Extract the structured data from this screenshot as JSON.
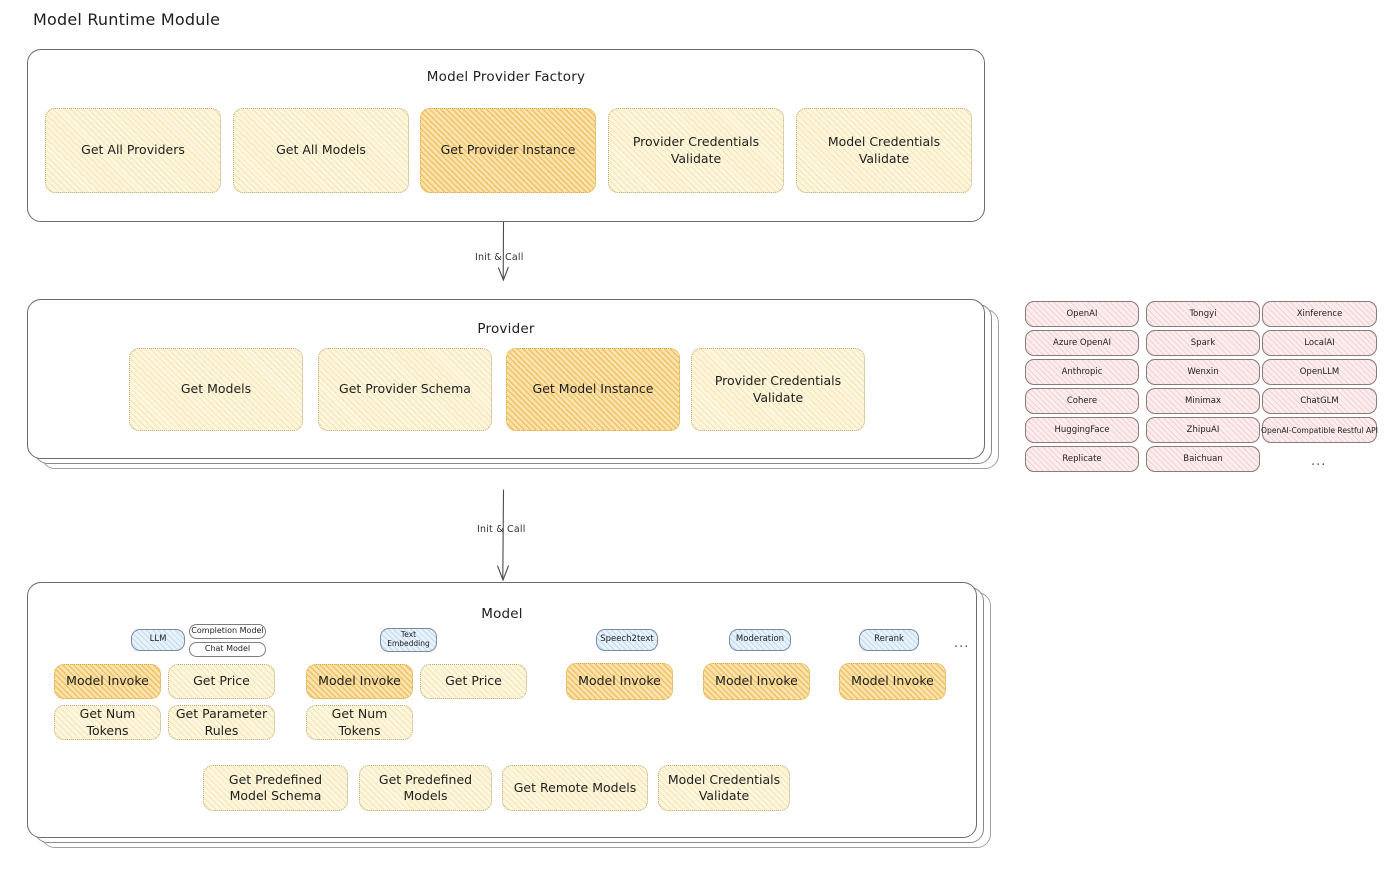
{
  "page": {
    "title": "Model Runtime Module"
  },
  "factory": {
    "title": "Model Provider Factory",
    "items": [
      {
        "label": "Get All Providers",
        "highlighted": false
      },
      {
        "label": "Get All Models",
        "highlighted": false
      },
      {
        "label": "Get Provider Instance",
        "highlighted": true
      },
      {
        "label": "Provider Credentials Validate",
        "highlighted": false
      },
      {
        "label": "Model Credentials Validate",
        "highlighted": false
      }
    ]
  },
  "arrows": [
    {
      "label": "Init & Call"
    },
    {
      "label": "Init & Call"
    }
  ],
  "provider": {
    "title": "Provider",
    "items": [
      {
        "label": "Get Models",
        "highlighted": false
      },
      {
        "label": "Get Provider Schema",
        "highlighted": false
      },
      {
        "label": "Get Model Instance",
        "highlighted": true
      },
      {
        "label": "Provider Credentials Validate",
        "highlighted": false
      }
    ]
  },
  "provider_list": {
    "ellipsis": "...",
    "columns": [
      [
        "OpenAI",
        "Azure OpenAI",
        "Anthropic",
        "Cohere",
        "HuggingFace",
        "Replicate"
      ],
      [
        "Tongyi",
        "Spark",
        "Wenxin",
        "Minimax",
        "ZhipuAI",
        "Baichuan"
      ],
      [
        "Xinference",
        "LocalAI",
        "OpenLLM",
        "ChatGLM",
        "OpenAI-Compatible Restful API"
      ]
    ]
  },
  "model": {
    "title": "Model",
    "ellipsis": "...",
    "types": [
      {
        "badge": "LLM",
        "sub_badges": [
          "Completion Model",
          "Chat Model"
        ],
        "methods": [
          {
            "label": "Model Invoke",
            "highlighted": true
          },
          {
            "label": "Get Price",
            "highlighted": false
          },
          {
            "label": "Get Num Tokens",
            "highlighted": false
          },
          {
            "label": "Get Parameter Rules",
            "highlighted": false
          }
        ]
      },
      {
        "badge": "Text Embedding",
        "sub_badges": [],
        "methods": [
          {
            "label": "Model Invoke",
            "highlighted": true
          },
          {
            "label": "Get Price",
            "highlighted": false
          },
          {
            "label": "Get Num Tokens",
            "highlighted": false
          }
        ]
      },
      {
        "badge": "Speech2text",
        "sub_badges": [],
        "methods": [
          {
            "label": "Model Invoke",
            "highlighted": true
          }
        ]
      },
      {
        "badge": "Moderation",
        "sub_badges": [],
        "methods": [
          {
            "label": "Model Invoke",
            "highlighted": true
          }
        ]
      },
      {
        "badge": "Rerank",
        "sub_badges": [],
        "methods": [
          {
            "label": "Model Invoke",
            "highlighted": true
          }
        ]
      }
    ],
    "shared_methods": [
      {
        "label": "Get Predefined Model Schema"
      },
      {
        "label": "Get Predefined Models"
      },
      {
        "label": "Get Remote Models"
      },
      {
        "label": "Model Credentials Validate"
      }
    ]
  },
  "colors": {
    "fill_yellow": "#fdf6e0",
    "fill_yellow_highlight": "#fbe3b0",
    "fill_blue": "#e8f2fb",
    "fill_pink": "#fdeeee",
    "stroke": "#6b6b6b",
    "text": "#1e1e1e"
  }
}
